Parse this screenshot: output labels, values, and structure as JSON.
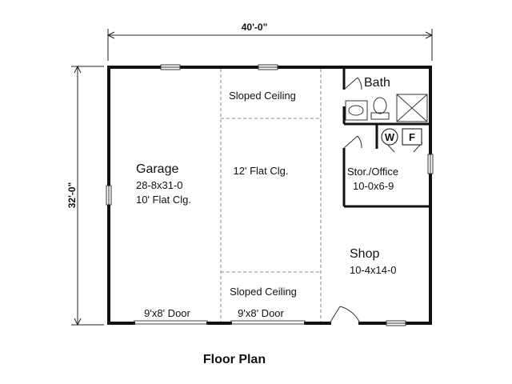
{
  "dimensions": {
    "width": "40'-0\"",
    "depth": "32'-0\""
  },
  "rooms": {
    "garage": {
      "name": "Garage",
      "size": "28-8x31-0",
      "ceiling": "10' Flat Clg."
    },
    "sloped_top": "Sloped Ceiling",
    "flat_center": "12' Flat Clg.",
    "sloped_bottom": "Sloped Ceiling",
    "bath": {
      "name": "Bath"
    },
    "office": {
      "name": "Stor./Office",
      "size": "10-0x6-9"
    },
    "shop": {
      "name": "Shop",
      "size": "10-4x14-0"
    }
  },
  "appliances": {
    "washer": "W",
    "furnace": "F"
  },
  "doors": {
    "left": "9'x8' Door",
    "right": "9'x8' Door"
  },
  "title": "Floor Plan"
}
